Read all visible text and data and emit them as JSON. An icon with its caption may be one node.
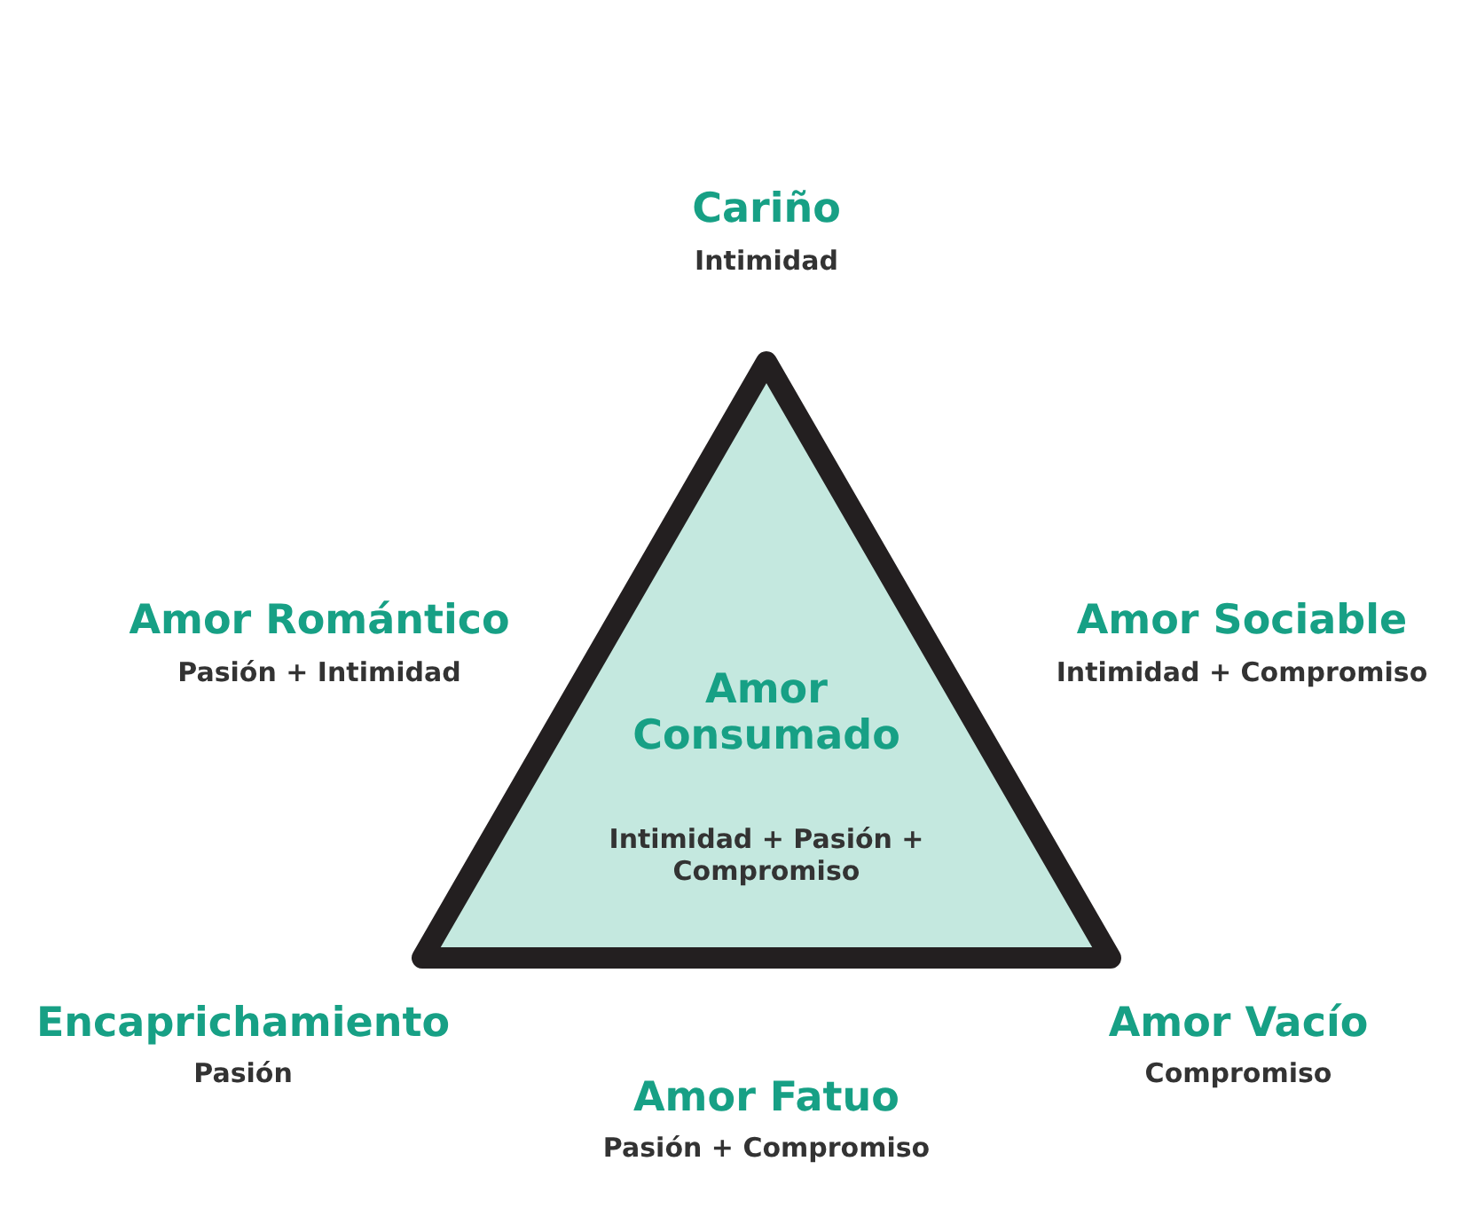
{
  "diagram": {
    "nodes": [
      {
        "text": [
          "Amor Consumado",
          "Intimidad + Pasión + Compromiso"
        ]
      }
    ],
    "labels": [
      "Cariño",
      "Intimidad",
      "Amor Romántico",
      "Pasión + Intimidad",
      "Amor Sociable",
      "Intimidad + Compromiso",
      "Encaprichamiento",
      "Pasión",
      "Amor Vacío",
      "Compromiso",
      "Amor Fatuo",
      "Pasión + Compromiso"
    ]
  }
}
